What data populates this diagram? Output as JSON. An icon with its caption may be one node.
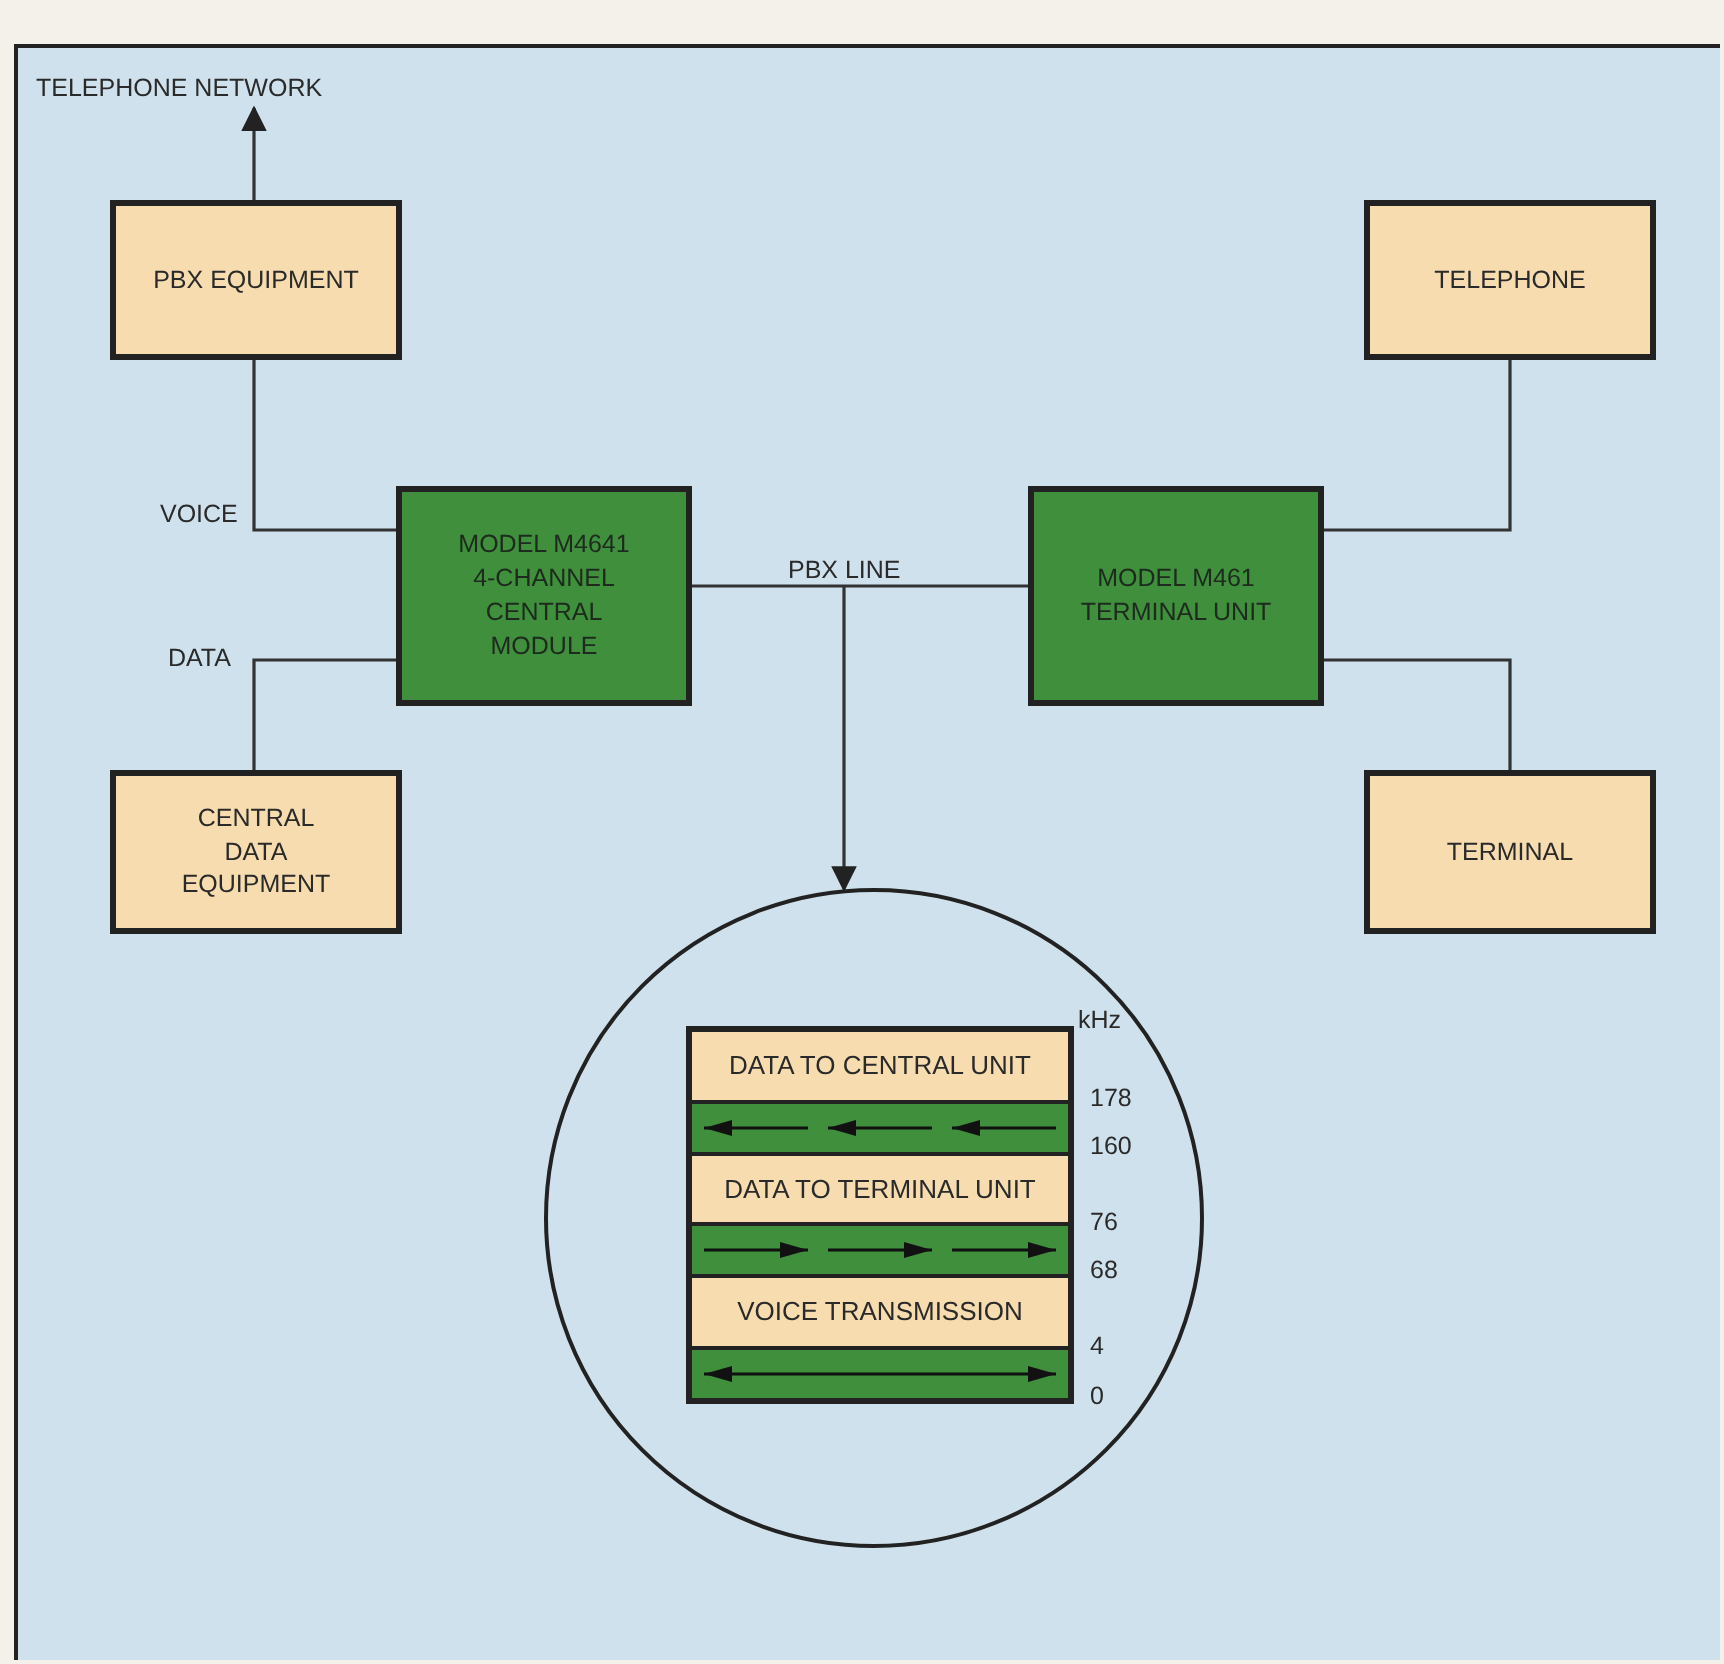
{
  "diagram": {
    "nodes": [
      {
        "text": [
          "TELEPHONE NETWORK"
        ]
      },
      {
        "text": [
          "PBX EQUIPMENT"
        ]
      },
      {
        "text": [
          "MODEL M4641 4-CHANNEL CENTRAL MODULE"
        ]
      },
      {
        "text": [
          "CENTRAL DATA EQUIPMENT"
        ]
      },
      {
        "text": [
          "MODEL M461 TERMINAL UNIT"
        ]
      },
      {
        "text": [
          "TELEPHONE"
        ]
      },
      {
        "text": [
          "TERMINAL"
        ]
      },
      {
        "text": [],
        "shape": "circle"
      },
      {
        "text": [
          "DATA TO CENTRAL UNIT"
        ],
        "in": 7
      },
      {
        "text": [
          "DATA TO TERMINAL UNIT"
        ],
        "in": 7
      },
      {
        "text": [
          "VOICE TRANSMISSION"
        ],
        "in": 7
      }
    ],
    "edges": [
      {
        "from": 1,
        "to": 0,
        "arrow": "to"
      },
      {
        "from": 1,
        "to": 2,
        "arrow": "none",
        "label": "VOICE"
      },
      {
        "from": 2,
        "to": 3,
        "arrow": "none",
        "label": "DATA"
      },
      {
        "from": 2,
        "to": 4,
        "arrow": "none",
        "label": "PBX LINE"
      },
      {
        "from": null,
        "to": 7,
        "arrow": "to"
      },
      {
        "from": 4,
        "to": 5,
        "arrow": "none"
      },
      {
        "from": 4,
        "to": 6,
        "arrow": "none"
      }
    ],
    "labels": [
      "kHz",
      "178",
      "160",
      "76",
      "68",
      "4",
      "0"
    ]
  }
}
